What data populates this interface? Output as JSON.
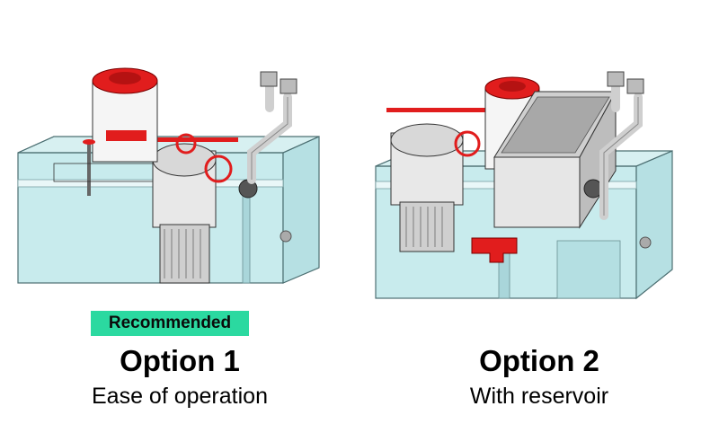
{
  "colors": {
    "badge_green": "#2bd9a0",
    "skimmer_red": "#e11d1d",
    "glass_cyan": "#bfe8ea",
    "reservoir_gray": "#d9d9d9"
  },
  "options": [
    {
      "badge": "Recommended",
      "title": "Option 1",
      "subtitle": "Ease of operation"
    },
    {
      "title": "Option 2",
      "subtitle": "With reservoir"
    }
  ]
}
